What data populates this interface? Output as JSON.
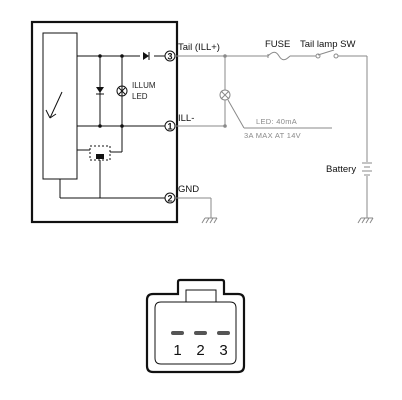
{
  "schematic": {
    "pins": [
      {
        "number": "3",
        "label": "Tail (ILL+)"
      },
      {
        "number": "1",
        "label": "ILL-"
      },
      {
        "number": "2",
        "label": "GND"
      }
    ],
    "illum_led_label": [
      "ILLUM",
      "LED"
    ],
    "fuse_label": "FUSE",
    "tail_lamp_switch_label": "Tail lamp SW",
    "battery_label": "Battery",
    "led_spec": "LED: 40mA",
    "max_rating": "3A MAX AT 14V"
  },
  "connector": {
    "pin_numbers": [
      "1",
      "2",
      "3"
    ]
  }
}
